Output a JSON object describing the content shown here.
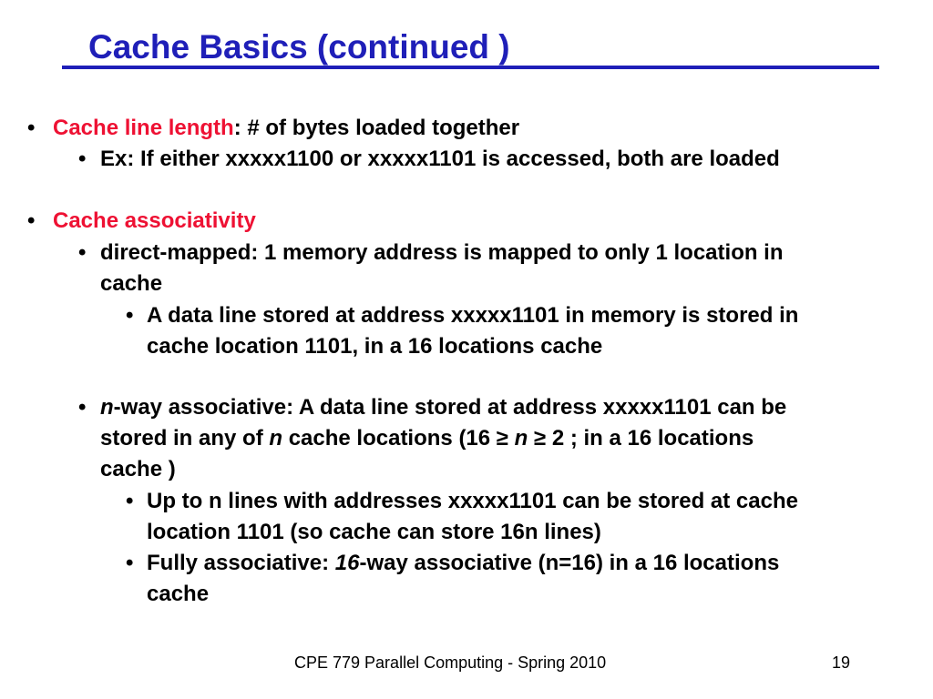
{
  "slide": {
    "title": "Cache Basics (continued )",
    "bullets": {
      "b1_label": "Cache line length",
      "b1_rest": ": # of bytes loaded together",
      "b1_sub1": "Ex: If either xxxxx1100 or xxxxx1101 is accessed, both are loaded",
      "b2_label": "Cache associativity",
      "dm_line1": "direct-mapped: 1 memory address is mapped to only 1 location in",
      "dm_line2": "cache",
      "dm_sub_line1": "A data line stored at address xxxxx1101 in memory is stored in",
      "dm_sub_line2": "cache location 1101, in a 16 locations cache",
      "nway_n": "n",
      "nway_line1_rest": "-way associative: A data line stored at address xxxxx1101 can be",
      "nway_line2_a": "stored in any of ",
      "nway_line2_n": "n",
      "nway_line2_b": " cache locations (16 ≥ ",
      "nway_line2_n2": "n",
      "nway_line2_c": " ≥ 2 ; in a 16 locations",
      "nway_line3": "cache )",
      "upto_line1": "Up to n lines with addresses xxxxx1101 can be stored at cache",
      "upto_line2": "location 1101 (so cache can store 16n lines)",
      "fa_a": "Fully associative: ",
      "fa_16": "16",
      "fa_b": "-way associative (n=16) in a 16 locations",
      "fa_line2": "cache"
    },
    "bullet_char": "•"
  },
  "footer": {
    "text": "CPE 779 Parallel Computing - Spring 2010",
    "page": "19"
  },
  "colors": {
    "title": "#1f1fb8",
    "highlight": "#ee1133",
    "text": "#000000"
  }
}
